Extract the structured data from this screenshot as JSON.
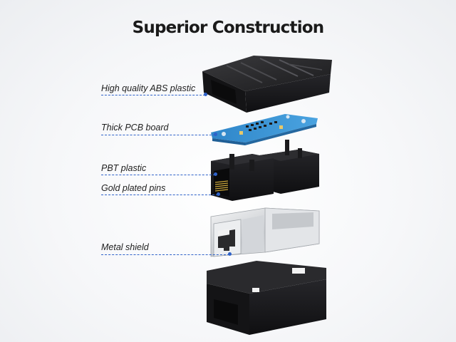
{
  "title": "Superior Construction",
  "labels": [
    {
      "id": "abs",
      "text": "High quality ABS plastic"
    },
    {
      "id": "pcb",
      "text": "Thick PCB board"
    },
    {
      "id": "pbt",
      "text": "PBT plastic"
    },
    {
      "id": "pins",
      "text": "Gold plated pins"
    },
    {
      "id": "shield",
      "text": "Metal shield"
    }
  ],
  "colors": {
    "leader_lines": "#2f62c9",
    "pcb_board": "#3d93d3",
    "plastic_housing": "#1c1c1e",
    "metal_shield": "#d9dcdf"
  }
}
